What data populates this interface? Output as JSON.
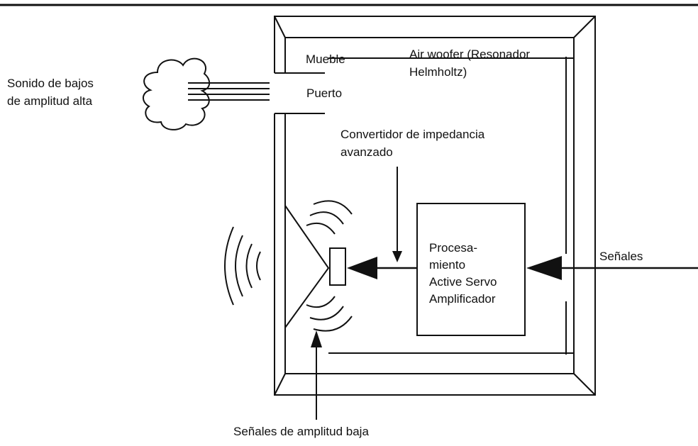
{
  "diagram": {
    "labels": {
      "bass_sound_line1": "Sonido de bajos",
      "bass_sound_line2": "de amplitud alta",
      "cabinet": "Mueble",
      "port": "Puerto",
      "air_woofer_line1": "Air woofer (Resonador",
      "air_woofer_line2": "Helmholtz)",
      "converter_line1": "Convertidor de impedancia",
      "converter_line2": "avanzado",
      "processing_line1": "Procesa-",
      "processing_line2": "miento",
      "processing_line3": "Active Servo",
      "processing_line4": "Amplificador",
      "signals": "Señales",
      "low_amplitude_signals": "Señales de amplitud baja"
    },
    "colors": {
      "ink": "#111111",
      "background": "#ffffff"
    }
  }
}
